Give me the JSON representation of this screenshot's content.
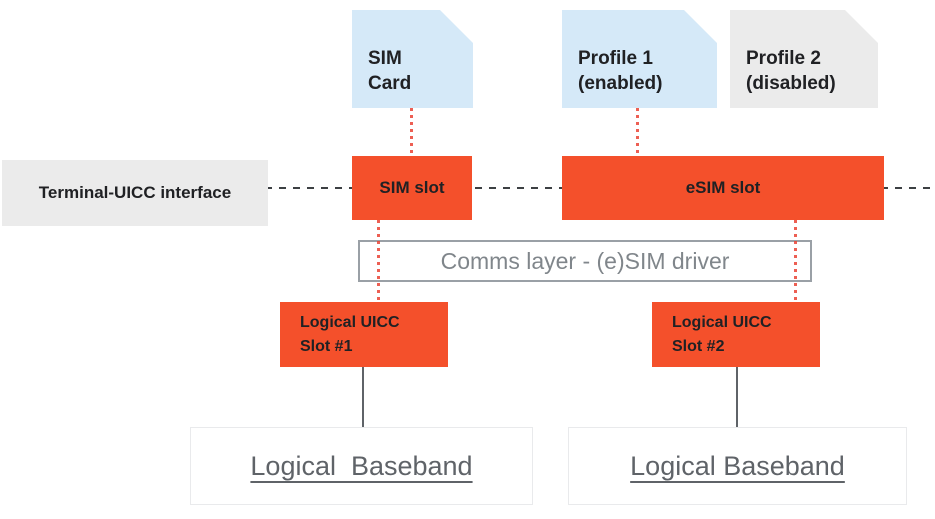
{
  "colors": {
    "orange": "#F4502B",
    "light_blue": "#D5E9F8",
    "light_gray": "#EBEBEB",
    "red_dotted": "#EA4335",
    "dash_gray": "#3C4043",
    "comms_border": "#9AA0A6",
    "comms_text": "#80868B",
    "baseband_text": "#5F6368",
    "baseband_border": "#E9EAEC",
    "connector_gray": "#5F6368",
    "text_black": "#202124"
  },
  "cards": {
    "sim_card": {
      "label": "SIM\nCard"
    },
    "profile_1": {
      "label": "Profile 1\n(enabled)"
    },
    "profile_2": {
      "label": "Profile 2\n(disabled)"
    }
  },
  "interface_row": {
    "terminal_label": "Terminal-UICC interface",
    "sim_slot_label": "SIM slot",
    "esim_slot_label": "eSIM slot"
  },
  "comms_layer": {
    "label": "Comms layer - (e)SIM driver"
  },
  "uicc_slots": {
    "slot_1": {
      "label": "Logical UICC\nSlot #1"
    },
    "slot_2": {
      "label": "Logical UICC\nSlot #2"
    }
  },
  "basebands": {
    "baseband_1": {
      "label": "Logical  Baseband"
    },
    "baseband_2": {
      "label": "Logical Baseband"
    }
  }
}
